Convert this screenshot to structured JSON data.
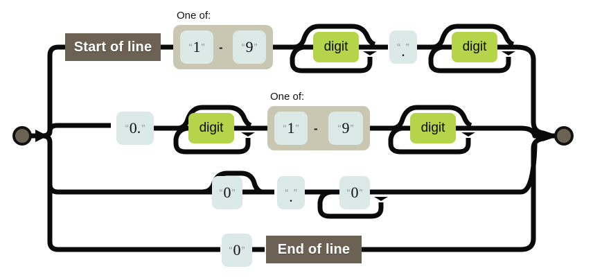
{
  "diagram": {
    "title": "Railroad syntax diagram",
    "type": "railroad",
    "colors": {
      "track": "#0a0a0a",
      "marker_bg": "#6b6254",
      "marker_text": "#ffffff",
      "literal_bg": "#dbe9e7",
      "rule_bg": "#b5d44a",
      "group_bg": "#c9c6b1",
      "anchor_fill": "#6b6254",
      "anchor_stroke": "#111111",
      "page_bg": "#ffffff",
      "quote_color": "#8c9a98"
    },
    "start_node": "start-anchor",
    "end_node": "end-anchor",
    "captions": {
      "one_of_row1": "One of:",
      "one_of_row2": "One of:",
      "range_dash": "-"
    },
    "quotes": {
      "open": "“",
      "close": "”"
    },
    "alternatives": [
      {
        "id": "row-1",
        "items": [
          {
            "kind": "marker",
            "label": "Start of line"
          },
          {
            "kind": "group",
            "caption": "One of:",
            "from": "1",
            "to": "9",
            "separator": "-"
          },
          {
            "kind": "rule",
            "label": "digit",
            "repeat": "one-or-more-optional"
          },
          {
            "kind": "literal",
            "label": ".",
            "value": "."
          },
          {
            "kind": "rule",
            "label": "digit",
            "repeat": "one-or-more-optional"
          }
        ]
      },
      {
        "id": "row-2",
        "items": [
          {
            "kind": "literal",
            "label": "0.",
            "value": "0."
          },
          {
            "kind": "rule",
            "label": "digit",
            "repeat": "one-or-more-optional"
          },
          {
            "kind": "group",
            "caption": "One of:",
            "from": "1",
            "to": "9",
            "separator": "-"
          },
          {
            "kind": "rule",
            "label": "digit",
            "repeat": "one-or-more-optional"
          }
        ]
      },
      {
        "id": "row-3",
        "items": [
          {
            "kind": "literal",
            "label": "0",
            "value": "0",
            "repeat": "optional-bypass"
          },
          {
            "kind": "literal",
            "label": ".",
            "value": "."
          },
          {
            "kind": "literal",
            "label": "0",
            "value": "0",
            "repeat": "zero-or-more-loop"
          }
        ]
      },
      {
        "id": "row-4",
        "items": [
          {
            "kind": "literal",
            "label": "0",
            "value": "0"
          },
          {
            "kind": "marker",
            "label": "End of line"
          }
        ]
      }
    ]
  }
}
